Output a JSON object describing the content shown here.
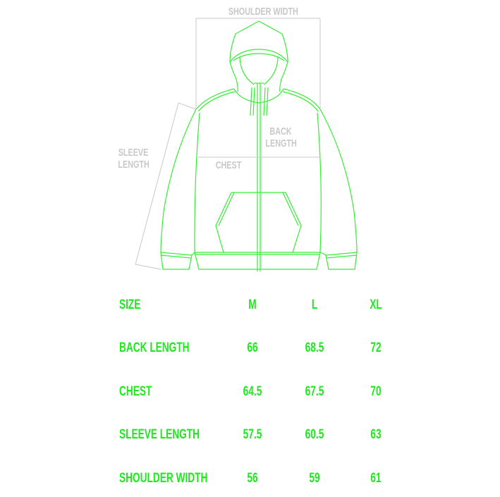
{
  "diagram": {
    "labels": {
      "shoulder_width": "SHOULDER WIDTH",
      "back_length_1": "BACK",
      "back_length_2": "LENGTH",
      "chest": "CHEST",
      "sleeve_length_1": "SLEEVE",
      "sleeve_length_2": "LENGTH"
    },
    "colors": {
      "garment": "#33ee33",
      "measure": "#c8c8c8",
      "text": "#1ee81e"
    }
  },
  "table": {
    "header": [
      "SIZE",
      "M",
      "L",
      "XL"
    ],
    "rows": [
      [
        "BACK LENGTH",
        "66",
        "68.5",
        "72"
      ],
      [
        "CHEST",
        "64.5",
        "67.5",
        "70"
      ],
      [
        "SLEEVE LENGTH",
        "57.5",
        "60.5",
        "63"
      ],
      [
        "SHOULDER WIDTH",
        "56",
        "59",
        "61"
      ]
    ]
  }
}
